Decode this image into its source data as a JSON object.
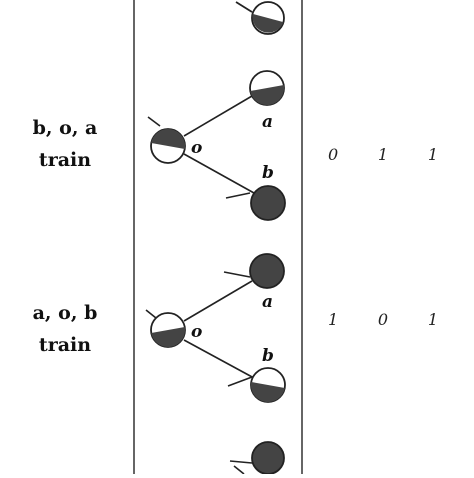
{
  "rows": [
    {
      "label_line1": "b, o, a",
      "label_line2": "train",
      "center_letter": "o",
      "upper_letter": "a",
      "lower_letter": "b",
      "bits": [
        "0",
        "1",
        "1"
      ]
    },
    {
      "label_line1": "a, o, b",
      "label_line2": "train",
      "center_letter": "o",
      "upper_letter": "a",
      "lower_letter": "b",
      "bits": [
        "1",
        "0",
        "1"
      ]
    }
  ],
  "colors": {
    "ink": "#222222",
    "fill_dark": "#444444",
    "frame": "#333333"
  }
}
